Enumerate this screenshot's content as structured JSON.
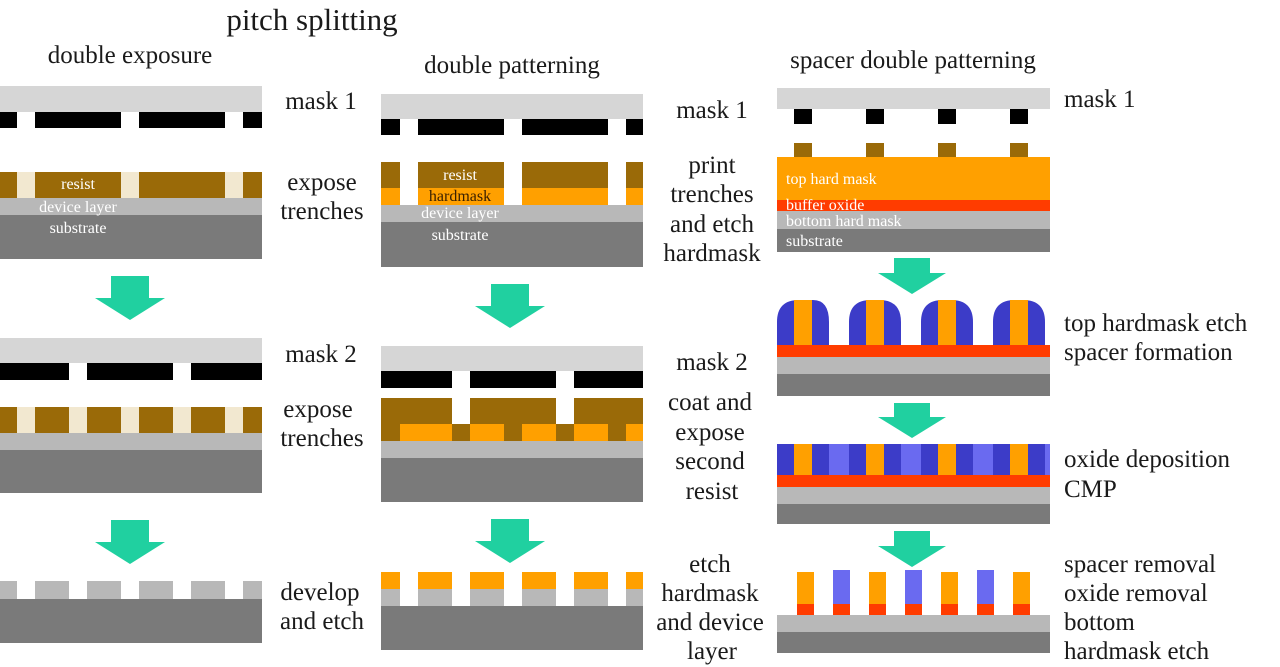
{
  "title": "pitch splitting",
  "colors": {
    "mask": "#d6d6d6",
    "mask_bar": "#000000",
    "resist": "#9a6a08",
    "hardmask": "#ffa000",
    "device": "#b8b8b8",
    "substrate": "#7a7a7a",
    "buffer_oxide": "#ff3c00",
    "spacer": "#3c3cc8",
    "oxide": "#6a6af0",
    "arrow": "#20d0a0"
  },
  "columns": {
    "double_exposure": {
      "header": "double exposure",
      "mask1": "mask 1",
      "step1": [
        "expose",
        "trenches"
      ],
      "mask2": "mask 2",
      "step2": [
        "expose",
        "trenches"
      ],
      "step3": [
        "develop",
        "and etch"
      ],
      "layers": {
        "resist": "resist",
        "device": "device layer",
        "substrate": "substrate"
      }
    },
    "double_patterning": {
      "header": "double patterning",
      "mask1": "mask 1",
      "step1": [
        "print",
        "trenches",
        "and etch",
        "hardmask"
      ],
      "mask2": "mask 2",
      "step2": [
        "coat and",
        "expose",
        "second",
        "resist"
      ],
      "step3": [
        "etch",
        "hardmask",
        "and device",
        "layer"
      ],
      "layers": {
        "resist": "resist",
        "hardmask": "hardmask",
        "device": "device layer",
        "substrate": "substrate"
      }
    },
    "spacer_double_patterning": {
      "header": "spacer double patterning",
      "mask1": "mask 1",
      "step1": [
        "top hardmask etch",
        "spacer formation"
      ],
      "step2": [
        "oxide deposition",
        "CMP"
      ],
      "step3": [
        "spacer removal",
        "oxide removal",
        "bottom",
        "hardmask etch"
      ],
      "layers": {
        "top_hard_mask": "top hard mask",
        "buffer_oxide": "buffer oxide",
        "bottom_hard_mask": "bottom hard mask",
        "substrate": "substrate"
      }
    }
  }
}
